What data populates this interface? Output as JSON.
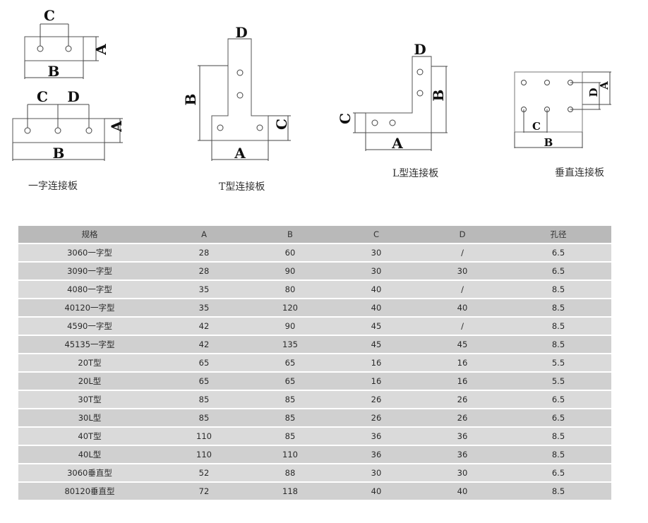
{
  "diagrams": {
    "flat": {
      "caption": "一字连接板",
      "labels": {
        "A1": "A",
        "B1": "B",
        "C1": "C",
        "A2": "A",
        "B2": "B",
        "C2": "C",
        "D2": "D"
      }
    },
    "t": {
      "caption": "T型连接板",
      "labels": {
        "A": "A",
        "B": "B",
        "C": "C",
        "D": "D"
      }
    },
    "l": {
      "caption": "L型连接板",
      "labels": {
        "A": "A",
        "B": "B",
        "C": "C",
        "D": "D"
      }
    },
    "v": {
      "caption": "垂直连接板",
      "labels": {
        "A": "A",
        "B": "B",
        "C": "C",
        "D": "D"
      }
    }
  },
  "table": {
    "headers": [
      "规格",
      "A",
      "B",
      "C",
      "D",
      "孔径"
    ],
    "rows": [
      [
        "3060一字型",
        "28",
        "60",
        "30",
        "/",
        "6.5"
      ],
      [
        "3090一字型",
        "28",
        "90",
        "30",
        "30",
        "6.5"
      ],
      [
        "4080一字型",
        "35",
        "80",
        "40",
        "/",
        "8.5"
      ],
      [
        "40120一字型",
        "35",
        "120",
        "40",
        "40",
        "8.5"
      ],
      [
        "4590一字型",
        "42",
        "90",
        "45",
        "/",
        "8.5"
      ],
      [
        "45135一字型",
        "42",
        "135",
        "45",
        "45",
        "8.5"
      ],
      [
        "20T型",
        "65",
        "65",
        "16",
        "16",
        "5.5"
      ],
      [
        "20L型",
        "65",
        "65",
        "16",
        "16",
        "5.5"
      ],
      [
        "30T型",
        "85",
        "85",
        "26",
        "26",
        "6.5"
      ],
      [
        "30L型",
        "85",
        "85",
        "26",
        "26",
        "6.5"
      ],
      [
        "40T型",
        "110",
        "85",
        "36",
        "36",
        "8.5"
      ],
      [
        "40L型",
        "110",
        "110",
        "36",
        "36",
        "8.5"
      ],
      [
        "3060垂直型",
        "52",
        "88",
        "30",
        "30",
        "6.5"
      ],
      [
        "80120垂直型",
        "72",
        "118",
        "40",
        "40",
        "8.5"
      ]
    ]
  }
}
